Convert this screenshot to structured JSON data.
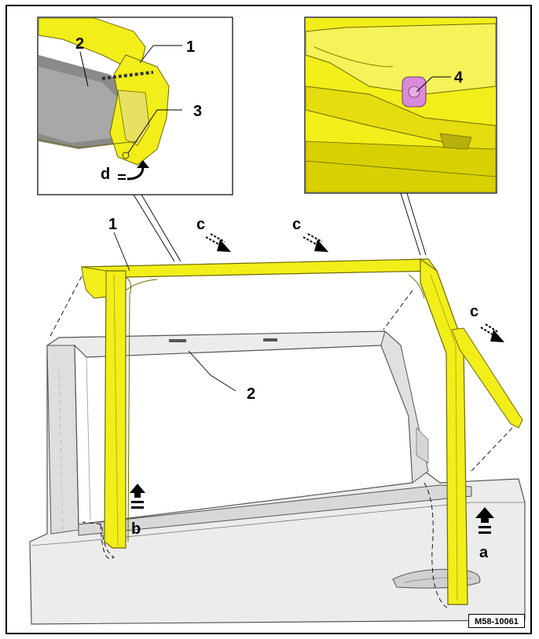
{
  "labels": {
    "one_main": "1",
    "one_detail": "1",
    "two_main": "2",
    "two_detail": "2",
    "three": "3",
    "four": "4",
    "a": "a",
    "b": "b",
    "c1": "c",
    "c2": "c",
    "c3": "c",
    "d": "d"
  },
  "image_code": "M58-10061",
  "colors": {
    "seal_yellow": "#f2ee1a",
    "seal_dark": "#b8b00a",
    "door_grey": "#e6e6e6",
    "clip_pink": "#d98ad9"
  }
}
